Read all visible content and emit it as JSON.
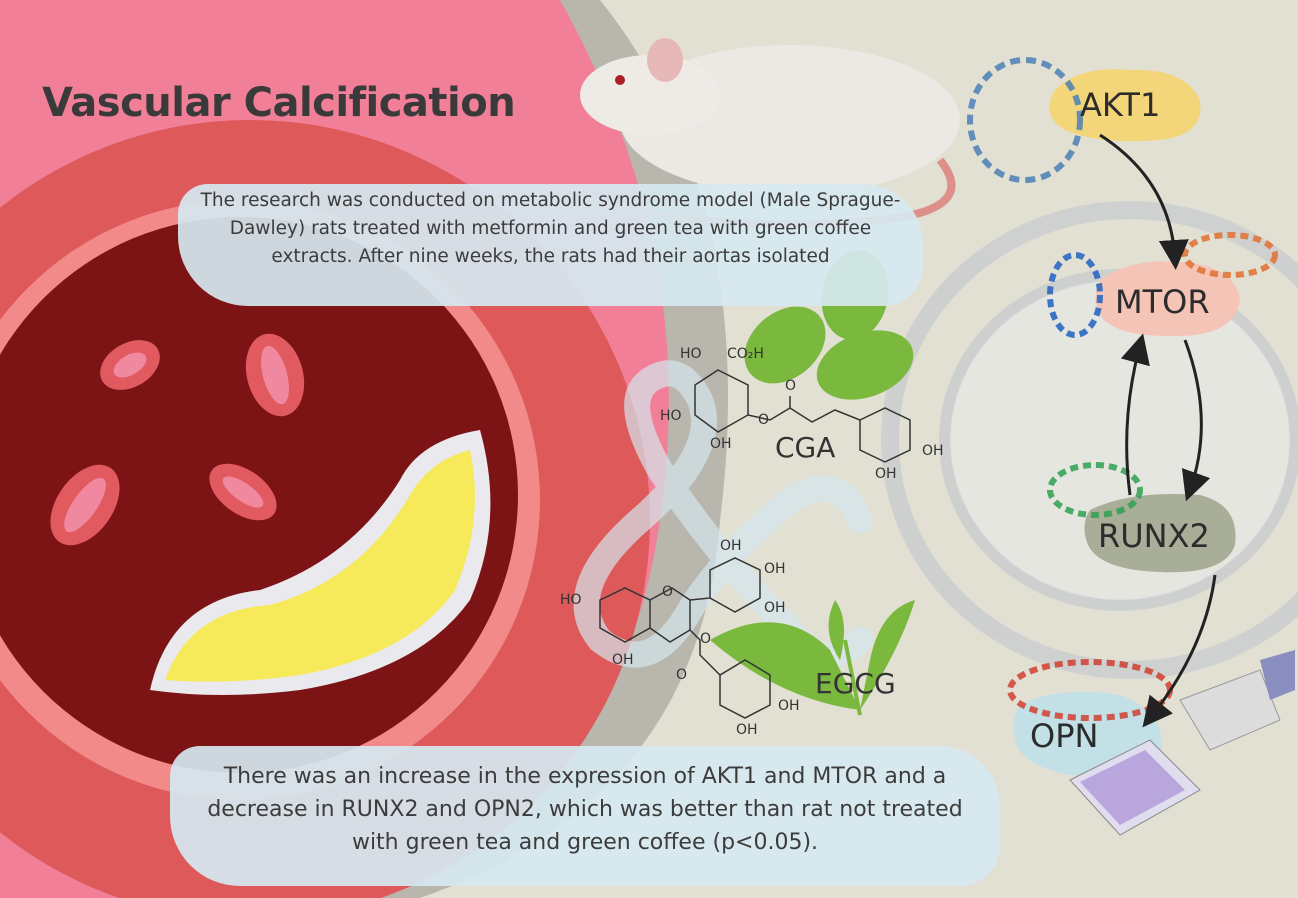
{
  "title": "Vascular Calcification",
  "intro_text": "The research was conducted on metabolic syndrome model (Male Sprague-Dawley) rats treated with metformin and green tea with green coffee extracts.  After nine weeks, the rats had their aortas isolated",
  "result_text": "There was an increase in the expression of AKT1 and MTOR and a decrease in RUNX2 and OPN2, which was better than rat not treated with green tea and green coffee (p<0.05).",
  "compounds": {
    "cga": {
      "name": "CGA",
      "labels": [
        "HO",
        "CO₂H",
        "HO",
        "OH",
        "O",
        "O",
        "OH",
        "OH"
      ]
    },
    "egcg": {
      "name": "EGCG",
      "labels": [
        "OH",
        "OH",
        "OH",
        "HO",
        "O",
        "O",
        "OH",
        "O",
        "OH",
        "OH"
      ]
    }
  },
  "pathway": {
    "nodes": [
      "AKT1",
      "MTOR",
      "RUNX2",
      "OPN"
    ],
    "colors": {
      "AKT1": "#f3d57a",
      "MTOR": "#f4c5b6",
      "RUNX2": "#a8ae98",
      "OPN": "#bfe0e8"
    }
  },
  "colors": {
    "artery_outer": "#f27f98",
    "artery_wall": "#de5959",
    "lumen": "#7c1315",
    "plaque": "#f6ea5a",
    "green": "#7ab83e"
  }
}
